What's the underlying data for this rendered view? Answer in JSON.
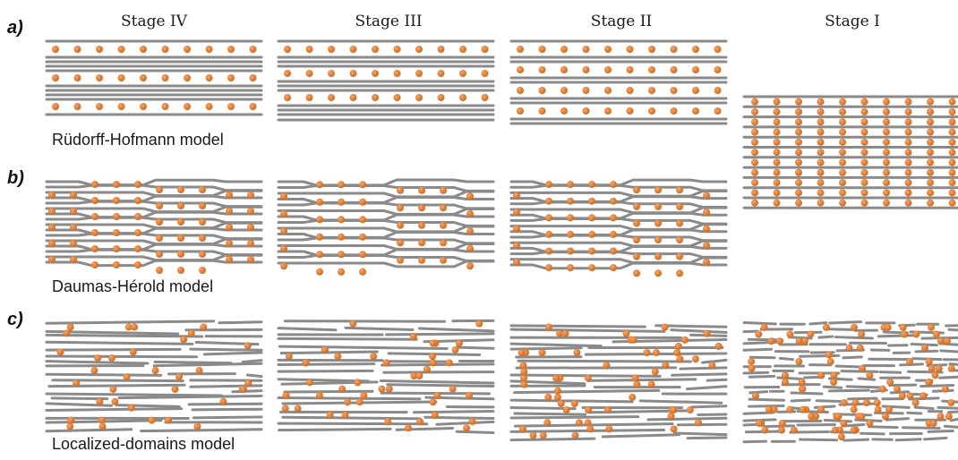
{
  "stages": [
    "Stage IV",
    "Stage III",
    "Stage II",
    "Stage I"
  ],
  "rows": [
    {
      "label": "a)",
      "model": "Rüdorff-Hofmann model"
    },
    {
      "label": "b)",
      "model": "Daumas-Hérold model"
    },
    {
      "label": "c)",
      "model": "Localized-domains model"
    }
  ],
  "colors": {
    "layer": "#8a8a8a",
    "ion": "#d2691e",
    "ion_highlight": "#f4a66a"
  }
}
